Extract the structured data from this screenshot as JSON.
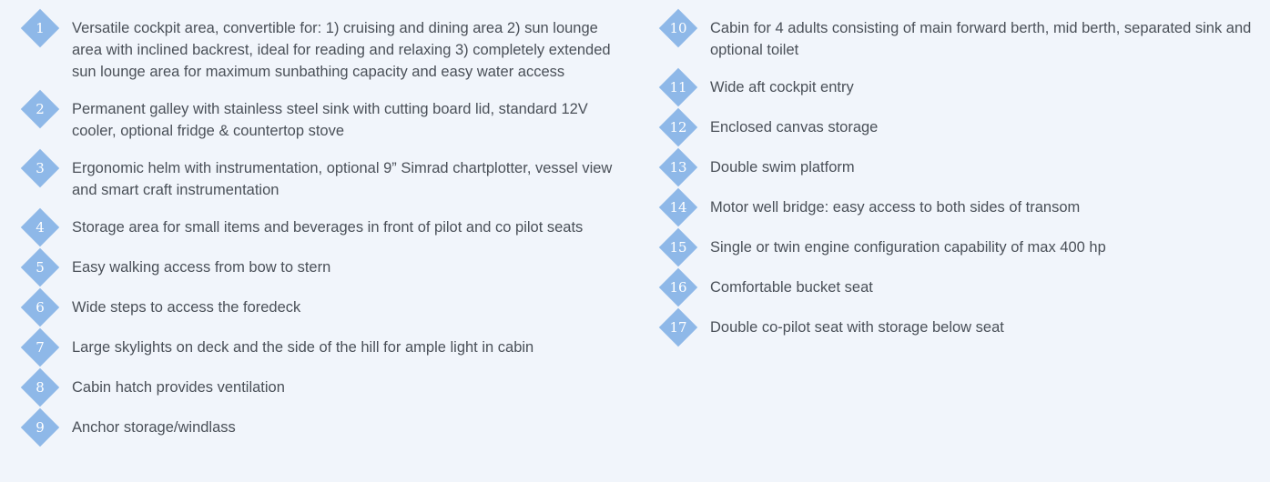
{
  "items": [
    {
      "num": "1",
      "text": "Versatile cockpit area, convertible for: 1) cruising and dining area 2) sun lounge area with inclined backrest, ideal for reading and relaxing 3) completely extended sun lounge area for maximum sunbathing capacity and easy water access"
    },
    {
      "num": "2",
      "text": "Permanent galley with stainless steel sink with cutting board lid, standard 12V cooler, optional fridge & countertop stove"
    },
    {
      "num": "3",
      "text": "Ergonomic helm with instrumentation, optional 9” Simrad chartplotter, vessel view and smart craft instrumentation"
    },
    {
      "num": "4",
      "text": "Storage area for small items and beverages in front of pilot and co pilot seats"
    },
    {
      "num": "5",
      "text": "Easy walking access from bow to stern"
    },
    {
      "num": "6",
      "text": "Wide steps to access the foredeck"
    },
    {
      "num": "7",
      "text": "Large skylights on deck and the side of the hill for ample light in cabin"
    },
    {
      "num": "8",
      "text": "Cabin hatch provides ventilation"
    },
    {
      "num": "9",
      "text": "Anchor storage/windlass"
    },
    {
      "num": "10",
      "text": "Cabin for 4 adults consisting of main forward berth, mid berth, separated sink and optional toilet"
    },
    {
      "num": "11",
      "text": "Wide aft cockpit entry"
    },
    {
      "num": "12",
      "text": "Enclosed canvas storage"
    },
    {
      "num": "13",
      "text": "Double swim platform"
    },
    {
      "num": "14",
      "text": "Motor well bridge: easy access to both sides of transom"
    },
    {
      "num": "15",
      "text": "Single or twin engine configuration capability of max 400 hp"
    },
    {
      "num": "16",
      "text": "Comfortable bucket seat"
    },
    {
      "num": "17",
      "text": "Double co-pilot seat with storage below seat"
    }
  ],
  "colors": {
    "background": "#f1f5fb",
    "badge": "#8eb8e8",
    "text": "#4a5058"
  }
}
